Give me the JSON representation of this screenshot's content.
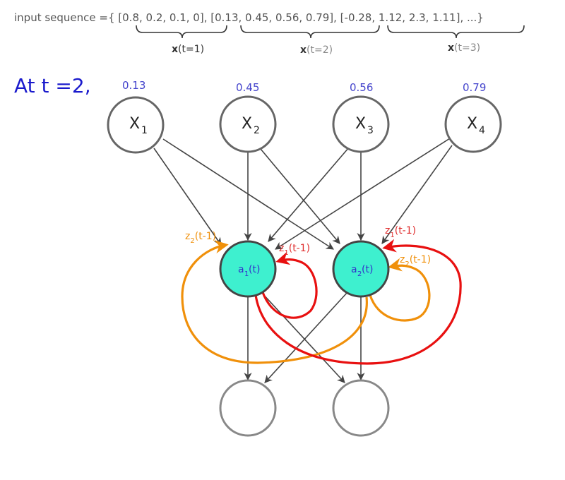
{
  "header": {
    "sequence_text": "input sequence ={ [0.8, 0.2, 0.1, 0], [0.13, 0.45, 0.56, 0.79], [-0.28, 1.12, 2.3, 1.11], ...}",
    "brace_labels": [
      {
        "bold": "x",
        "rest": "(t=1)"
      },
      {
        "bold": "x",
        "rest": "(t=2)"
      },
      {
        "bold": "x",
        "rest": "(t=3)"
      }
    ]
  },
  "title": "At t =2,",
  "inputs": [
    {
      "value": "0.13",
      "name": "X",
      "sub": "1"
    },
    {
      "value": "0.45",
      "name": "X",
      "sub": "2"
    },
    {
      "value": "0.56",
      "name": "X",
      "sub": "3"
    },
    {
      "value": "0.79",
      "name": "X",
      "sub": "4"
    }
  ],
  "hidden": [
    {
      "name": "a",
      "sub": "1",
      "suffix": "(t)"
    },
    {
      "name": "a",
      "sub": "2",
      "suffix": "(t)"
    }
  ],
  "recurrent_labels": {
    "z2_left": {
      "name": "z",
      "sub": "2",
      "suffix": "(t-1)"
    },
    "z1_inner": {
      "name": "z",
      "sub": "1",
      "suffix": "(t-1)"
    },
    "z1_right": {
      "name": "z",
      "sub": "1",
      "suffix": "(t-1)"
    },
    "z2_inner": {
      "name": "z",
      "sub": "2",
      "suffix": "(t-1)"
    }
  },
  "colors": {
    "hidden_fill": "#3ef0cf",
    "recurrent_z1": "#e81010",
    "recurrent_z2": "#f0900a",
    "title": "#1a1acc",
    "input_values": "#4444cc"
  }
}
